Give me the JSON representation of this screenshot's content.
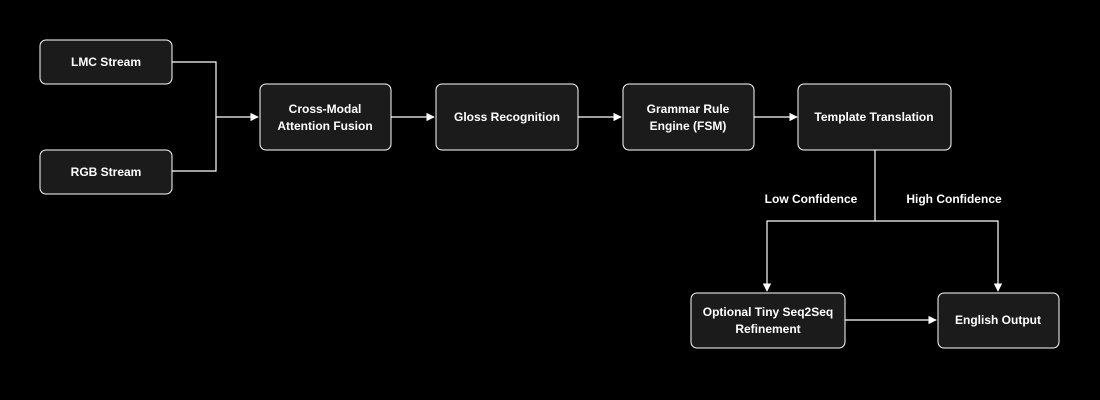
{
  "diagram": {
    "nodes": {
      "lmc_stream": {
        "lines": [
          "LMC Stream"
        ]
      },
      "rgb_stream": {
        "lines": [
          "RGB Stream"
        ]
      },
      "fusion": {
        "lines": [
          "Cross-Modal",
          "Attention Fusion"
        ]
      },
      "gloss": {
        "lines": [
          "Gloss Recognition"
        ]
      },
      "grammar": {
        "lines": [
          "Grammar Rule",
          "Engine (FSM)"
        ]
      },
      "template": {
        "lines": [
          "Template Translation"
        ]
      },
      "refinement": {
        "lines": [
          "Optional Tiny Seq2Seq",
          "Refinement"
        ]
      },
      "output": {
        "lines": [
          "English Output"
        ]
      }
    },
    "edge_labels": {
      "low_confidence": "Low Confidence",
      "high_confidence": "High Confidence"
    },
    "colors": {
      "background": "#000000",
      "node_fill": "#1b1b1b",
      "stroke": "#ffffff",
      "text": "#ffffff"
    }
  }
}
